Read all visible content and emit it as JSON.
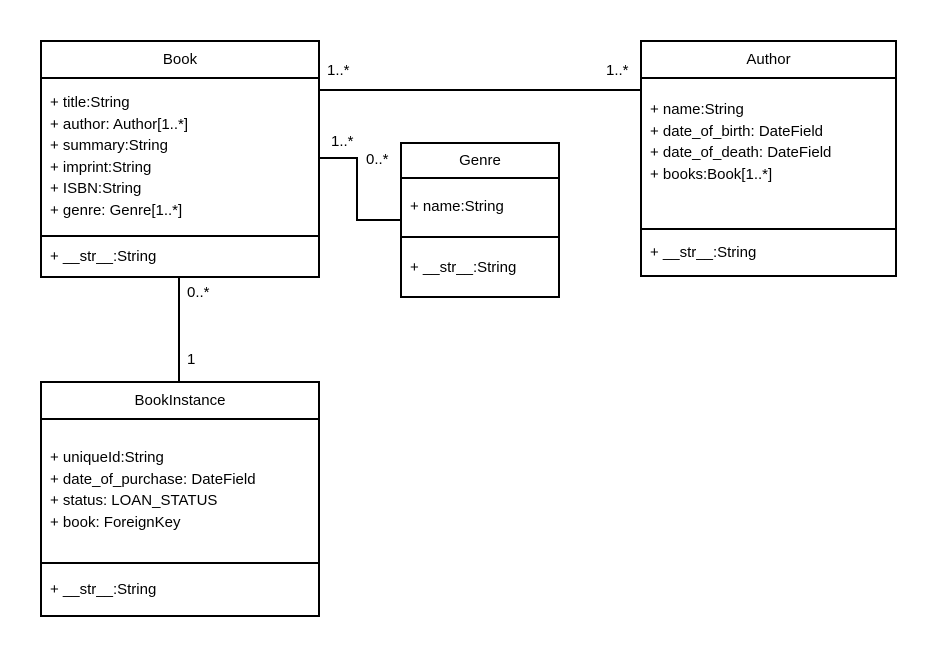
{
  "diagram": {
    "type": "uml-class-diagram",
    "colors": {
      "background": "#ffffff",
      "stroke": "#000000",
      "text": "#000000"
    },
    "classes": [
      {
        "name": "Book",
        "attributes": [
          "+ title:String",
          "+ author: Author[1..*]",
          "+ summary:String",
          "+ imprint:String",
          "+ ISBN:String",
          "+ genre: Genre[1..*]"
        ],
        "methods": [
          "+ __str__:String"
        ]
      },
      {
        "name": "Author",
        "attributes": [
          "+ name:String",
          "+ date_of_birth: DateField",
          "+ date_of_death: DateField",
          "+ books:Book[1..*]"
        ],
        "methods": [
          "+ __str__:String"
        ]
      },
      {
        "name": "Genre",
        "attributes": [
          "+ name:String"
        ],
        "methods": [
          "+ __str__:String"
        ]
      },
      {
        "name": "BookInstance",
        "attributes": [
          "+ uniqueId:String",
          "+ date_of_purchase: DateField",
          "+ status: LOAN_STATUS",
          "+ book: ForeignKey"
        ],
        "methods": [
          "+ __str__:String"
        ]
      }
    ],
    "associations": [
      {
        "source": "Book",
        "target": "Author",
        "source_label": "1..*",
        "target_label": "1..*"
      },
      {
        "source": "Book",
        "target": "Genre",
        "source_label": "1..*",
        "target_label": "0..*"
      },
      {
        "source": "Book",
        "target": "BookInstance",
        "source_label": "0..*",
        "target_label": "1"
      }
    ]
  }
}
